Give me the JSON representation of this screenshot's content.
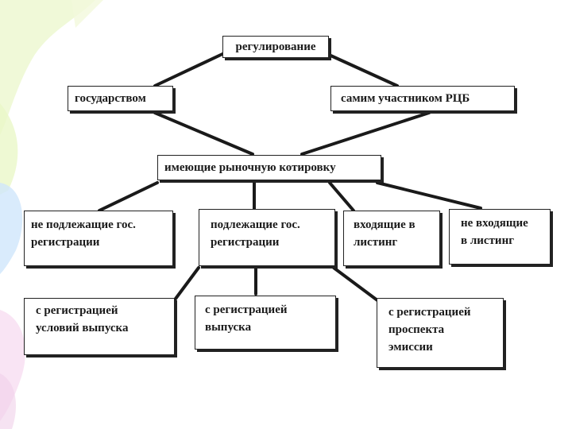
{
  "colors": {
    "ink": "#1a1a1a",
    "decor_green": "#eaf7c8",
    "decor_blue": "#cfe6fb",
    "decor_pink": "#f6d8ef"
  },
  "diagram": {
    "root": "регулирование",
    "issuers": {
      "state": "государством",
      "participant": "самим участником РЦБ"
    },
    "quoted": "имеющие рыночную котировку",
    "registration": {
      "not_subject": [
        "не подлежащие гос.",
        "регистрации"
      ],
      "subject": [
        "подлежащие гос.",
        "регистрации"
      ]
    },
    "listing": {
      "in": [
        "входящие в",
        "листинг"
      ],
      "out": [
        "не входящие",
        "в листинг"
      ]
    },
    "registration_types": {
      "conditions": [
        "с регистрацией",
        "условий выпуска"
      ],
      "issue": [
        "с регистрацией",
        "выпуска"
      ],
      "prospectus": [
        "с регистрацией",
        "проспекта",
        "эмиссии"
      ]
    }
  }
}
